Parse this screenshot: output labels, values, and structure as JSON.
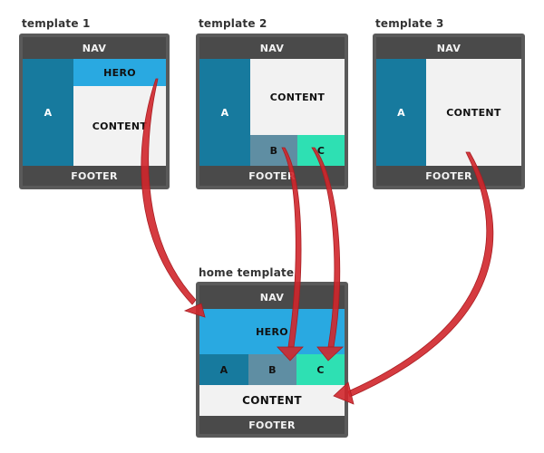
{
  "templates": [
    {
      "title": "template 1",
      "nav": "NAV",
      "a": "A",
      "hero": "HERO",
      "content": "CONTENT",
      "footer": "FOOTER"
    },
    {
      "title": "template 2",
      "nav": "NAV",
      "a": "A",
      "content": "CONTENT",
      "b": "B",
      "c": "C",
      "footer": "FOOTER"
    },
    {
      "title": "template 3",
      "nav": "NAV",
      "a": "A",
      "content": "CONTENT",
      "footer": "FOOTER"
    }
  ],
  "home": {
    "title": "home template",
    "nav": "NAV",
    "hero": "HERO",
    "a": "A",
    "b": "B",
    "c": "C",
    "content": "CONTENT",
    "footer": "FOOTER"
  },
  "arrows": [
    {
      "from": "template 1 HERO",
      "to": "home HERO"
    },
    {
      "from": "template 2 B",
      "to": "home B"
    },
    {
      "from": "template 2 C",
      "to": "home C"
    },
    {
      "from": "template 3 CONTENT",
      "to": "home CONTENT"
    }
  ],
  "colors": {
    "nav": "#4a4a4a",
    "a": "#177a9e",
    "hero": "#29a9e1",
    "b": "#5f8ea3",
    "c": "#2ee0b3",
    "content": "#f2f2f2",
    "arrow": "#d0262b"
  }
}
